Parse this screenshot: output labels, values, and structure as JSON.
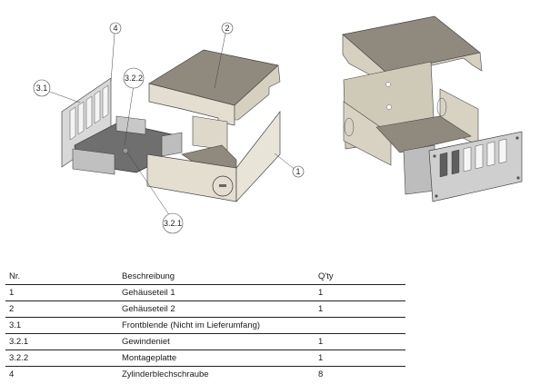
{
  "figure": {
    "callouts": [
      "4",
      "2",
      "3.1",
      "3.2.2",
      "1",
      "3.2.1"
    ],
    "colors": {
      "panel_light": "#e3ded0",
      "panel_mid": "#cfc9b8",
      "panel_dark": "#8f8a7d",
      "metal_dark": "#6f6f6f",
      "metal_light": "#c8c8c8",
      "outline": "#444444"
    }
  },
  "table": {
    "headers": [
      "Nr.",
      "Beschreibung",
      "Q'ty"
    ],
    "rows": [
      {
        "nr": "1",
        "desc": "Gehäuseteil 1",
        "qty": "1"
      },
      {
        "nr": "2",
        "desc": "Gehäuseteil 2",
        "qty": "1"
      },
      {
        "nr": "3.1",
        "desc": "Frontblende (Nicht im Lieferumfang)",
        "qty": ""
      },
      {
        "nr": "3.2.1",
        "desc": "Gewindeniet",
        "qty": "1"
      },
      {
        "nr": "3.2.2",
        "desc": "Montageplatte",
        "qty": "1"
      },
      {
        "nr": "4",
        "desc": "Zylinderblechschraube",
        "qty": "8"
      }
    ]
  }
}
